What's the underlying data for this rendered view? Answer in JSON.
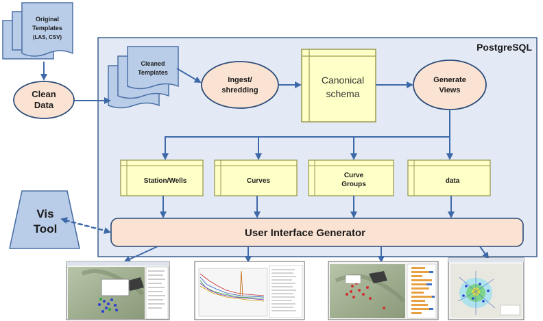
{
  "container": {
    "title": "PostgreSQL"
  },
  "original_templates": {
    "line1": "Original",
    "line2": "Templates",
    "line3": "(LAS, CSV)"
  },
  "clean_data": {
    "line1": "Clean",
    "line2": "Data"
  },
  "cleaned_templates": {
    "line1": "Cleaned",
    "line2": "Templates"
  },
  "ingest": {
    "line1": "Ingest/",
    "line2": "shredding"
  },
  "canonical": {
    "line1": "Canonical",
    "line2": "schema"
  },
  "generate_views": {
    "line1": "Generate",
    "line2": "Views"
  },
  "tables": [
    {
      "line1": "Station/Wells",
      "line2": ""
    },
    {
      "line1": "Curves",
      "line2": ""
    },
    {
      "line1": "Curve",
      "line2": "Groups"
    },
    {
      "line1": "data",
      "line2": ""
    }
  ],
  "vis_tool": {
    "line1": "Vis",
    "line2": "Tool"
  },
  "ui_generator": {
    "label": "User Interface Generator"
  },
  "colors": {
    "doc_fill": "#b9cde9",
    "doc_stroke": "#4a6fa5",
    "container_fill": "#e3eaf5",
    "container_stroke": "#3d5d8a",
    "ellipse_fill": "#fbe3d3",
    "ellipse_stroke": "#2a4a78",
    "table_fill": "#ffffc8",
    "table_stroke": "#9a9a50",
    "ui_fill": "#fbe3d3",
    "vis_fill": "#b9cde9",
    "arrow": "#3e69a8"
  }
}
